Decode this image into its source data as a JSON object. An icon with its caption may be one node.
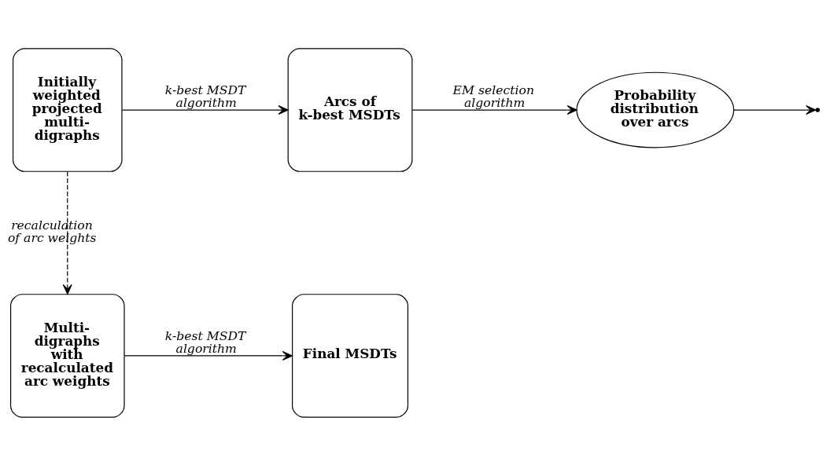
{
  "diagram": {
    "nodes": [
      {
        "text": [
          "Initially weighted projected multi-digraphs"
        ]
      },
      {
        "text": [
          "Arcs of k-best MSDTs"
        ]
      },
      {
        "text": [
          "Probability distribution over arcs"
        ]
      },
      {
        "text": [
          "Multi-digraphs with recalculated arc weights"
        ]
      },
      {
        "text": [
          "Final MSDTs"
        ]
      }
    ],
    "edges": [
      {
        "from": 0,
        "to": 1,
        "arrow": "to",
        "label": "k-best MSDT algorithm"
      },
      {
        "from": 1,
        "to": 2,
        "arrow": "to",
        "label": "EM selection algorithm"
      },
      {
        "from": 0,
        "to": 3,
        "arrow": "to",
        "label": "recalculation of arc weights",
        "style": "dashed"
      },
      {
        "from": 2,
        "to": null,
        "arrow": "to"
      },
      {
        "from": 3,
        "to": 4,
        "arrow": "to",
        "label": "k-best MSDT algorithm"
      }
    ]
  }
}
